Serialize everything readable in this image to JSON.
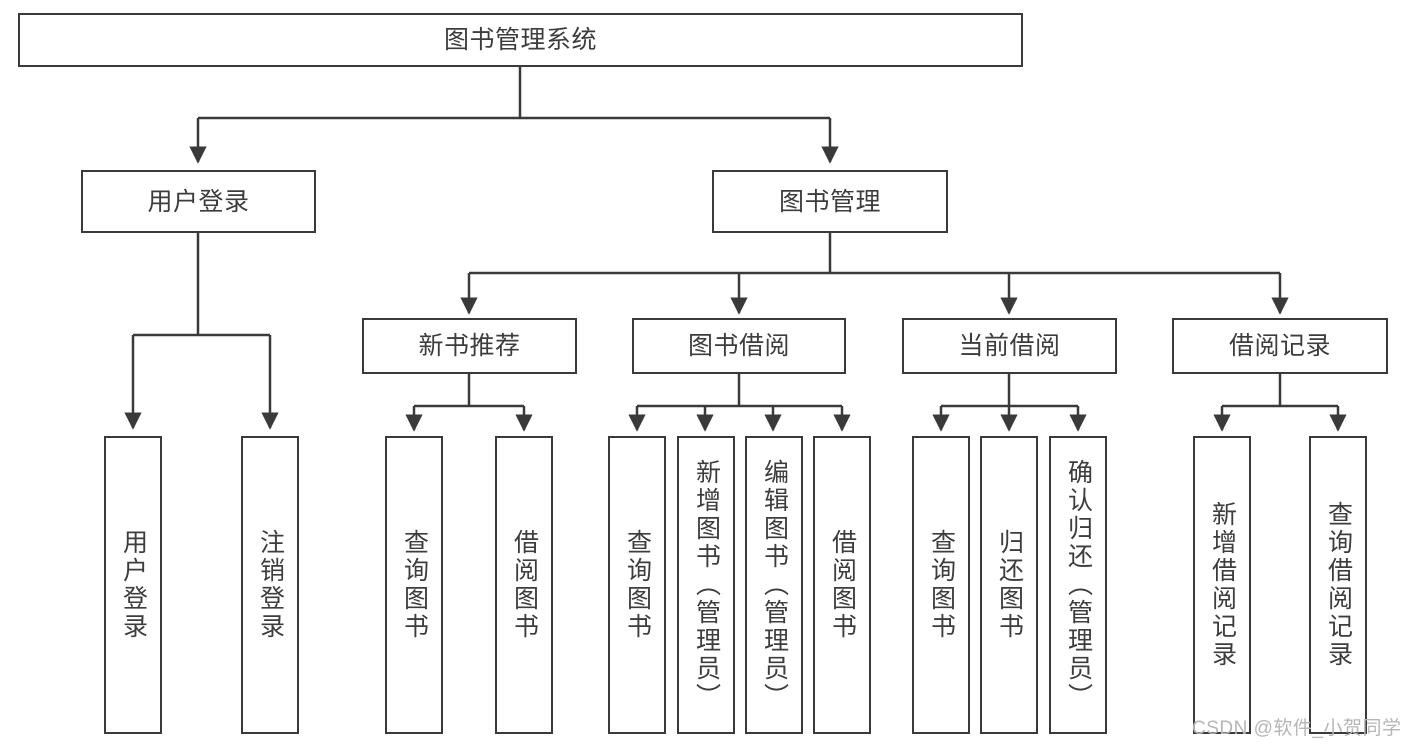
{
  "diagram": {
    "type": "hierarchy-tree",
    "title": "图书管理系统",
    "root": {
      "label": "图书管理系统"
    },
    "level1": [
      {
        "label": "用户登录"
      },
      {
        "label": "图书管理"
      }
    ],
    "level2": [
      {
        "label": "新书推荐"
      },
      {
        "label": "图书借阅"
      },
      {
        "label": "当前借阅"
      },
      {
        "label": "借阅记录"
      }
    ],
    "leaves_user_login": [
      {
        "label": "用户登录"
      },
      {
        "label": "注销登录"
      }
    ],
    "leaves_new_book": [
      {
        "label": "查询图书"
      },
      {
        "label": "借阅图书"
      }
    ],
    "leaves_book_borrow": [
      {
        "label": "查询图书"
      },
      {
        "label": "新增图书（管理员）"
      },
      {
        "label": "编辑图书（管理员）"
      },
      {
        "label": "借阅图书"
      }
    ],
    "leaves_current_borrow": [
      {
        "label": "查询图书"
      },
      {
        "label": "归还图书"
      },
      {
        "label": "确认归还（管理员）"
      }
    ],
    "leaves_borrow_record": [
      {
        "label": "新增借阅记录"
      },
      {
        "label": "查询借阅记录"
      }
    ]
  },
  "watermark": {
    "text": "CSDN @软件_小贺同学"
  },
  "colors": {
    "border": "#3a3a3a",
    "text": "#3d3d3d",
    "background": "#ffffff",
    "watermark": "#b6b6b6"
  }
}
